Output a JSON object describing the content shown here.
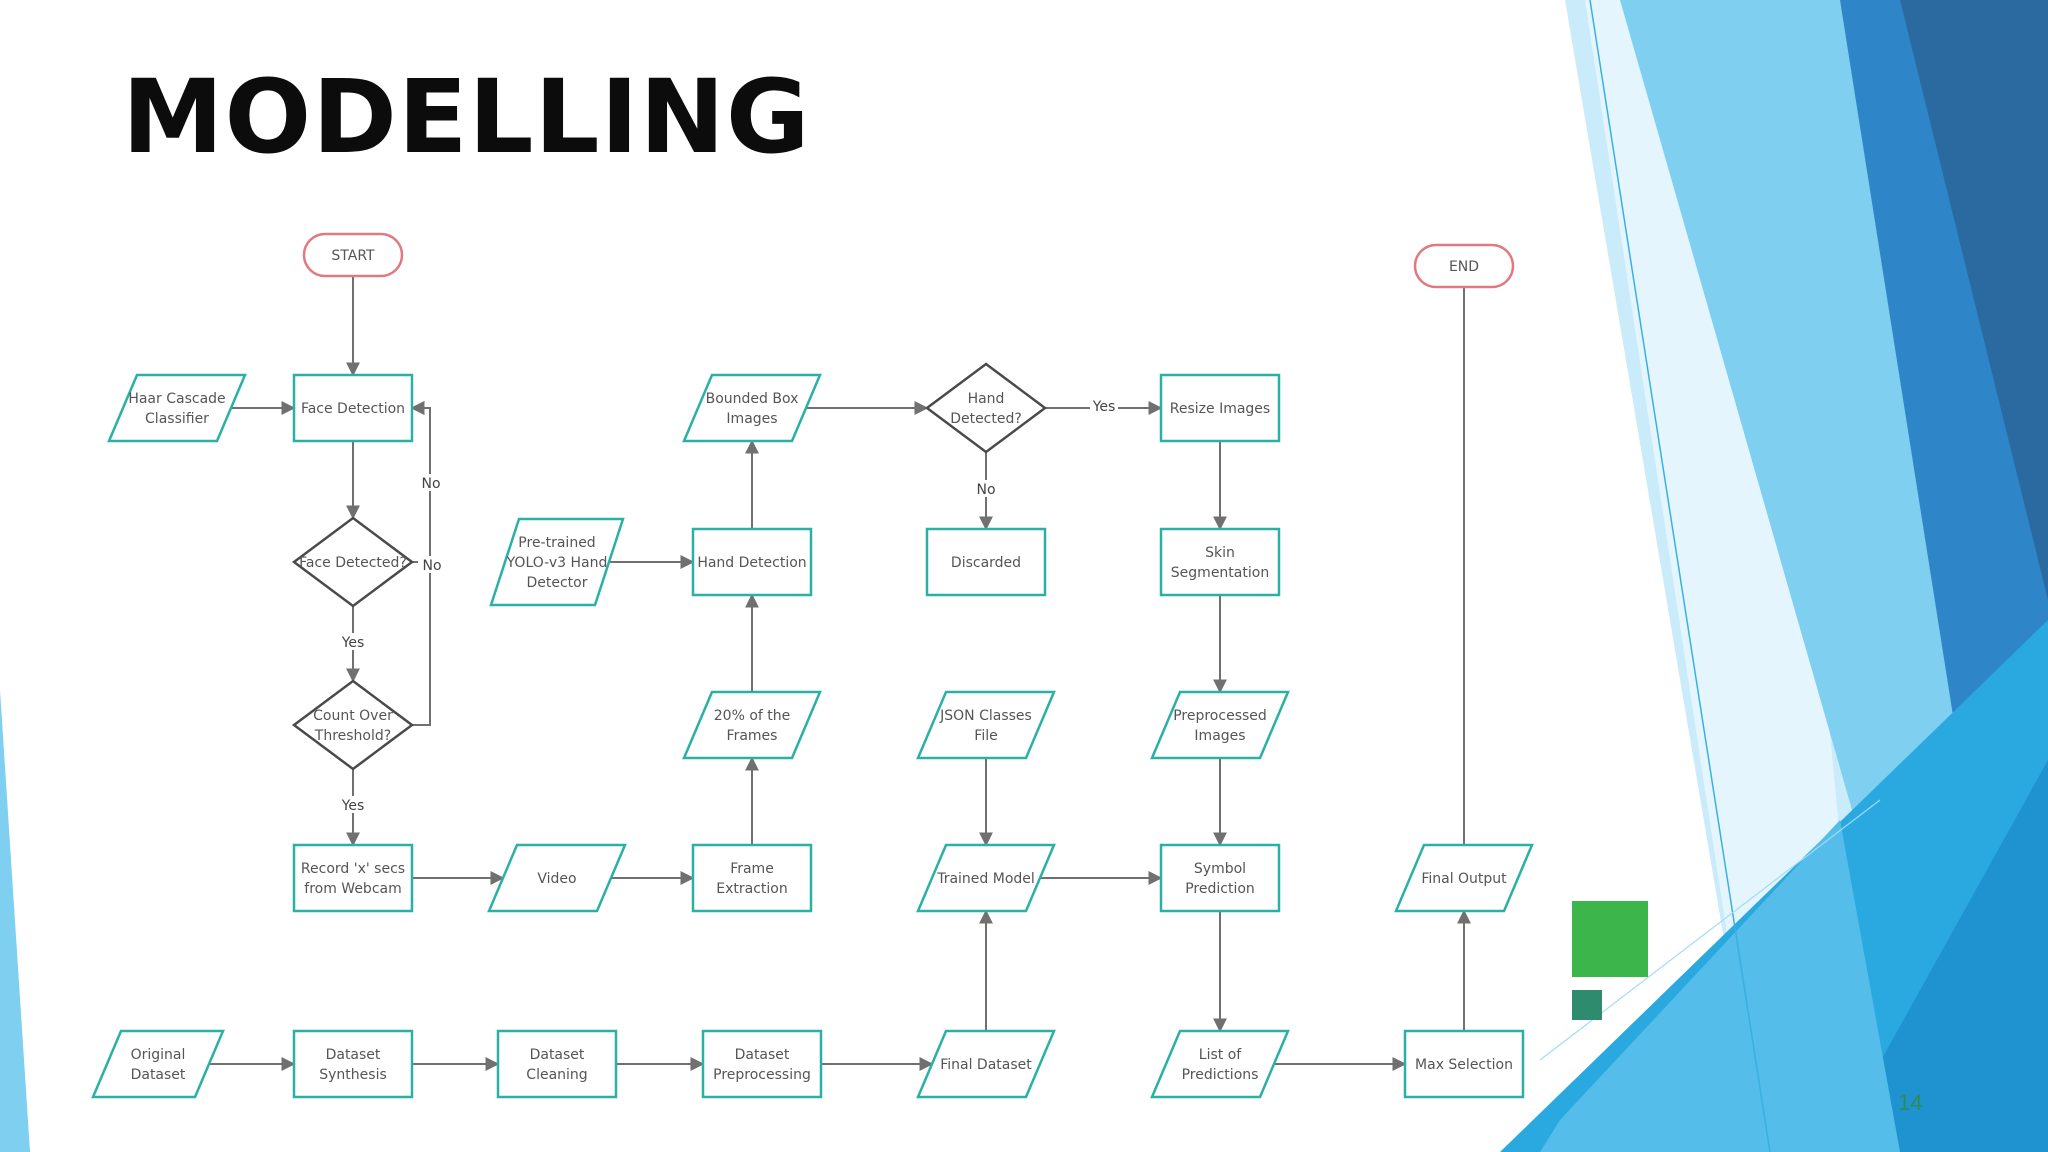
{
  "slide": {
    "title": "MODELLING",
    "page_number": "14"
  },
  "colors": {
    "node_stroke": "#2ab0a4",
    "terminal_stroke": "#e07a80",
    "arrow": "#707070",
    "blue_light": "#bfe6f8",
    "blue_mid": "#5bbfea",
    "blue_dark": "#2a6fa6",
    "green_square": "#3cb54a",
    "teal_square": "#2e8b6e"
  },
  "flowchart": {
    "nodes": [
      {
        "id": "start",
        "shape": "terminal",
        "lines": [
          "START"
        ]
      },
      {
        "id": "end",
        "shape": "terminal",
        "lines": [
          "END"
        ]
      },
      {
        "id": "haar",
        "shape": "data",
        "lines": [
          "Haar Cascade",
          "Classifier"
        ]
      },
      {
        "id": "face_det",
        "shape": "process",
        "lines": [
          "Face Detection"
        ]
      },
      {
        "id": "face_q",
        "shape": "decision",
        "lines": [
          "Face Detected?"
        ]
      },
      {
        "id": "count_q",
        "shape": "decision",
        "lines": [
          "Count Over",
          "Threshold?"
        ]
      },
      {
        "id": "record",
        "shape": "process",
        "lines": [
          "Record 'x' secs",
          "from Webcam"
        ]
      },
      {
        "id": "video",
        "shape": "data",
        "lines": [
          "Video"
        ]
      },
      {
        "id": "frame_ext",
        "shape": "process",
        "lines": [
          "Frame",
          "Extraction"
        ]
      },
      {
        "id": "frames20",
        "shape": "data",
        "lines": [
          "20% of the",
          "Frames"
        ]
      },
      {
        "id": "hand_det",
        "shape": "process",
        "lines": [
          "Hand Detection"
        ]
      },
      {
        "id": "yolo",
        "shape": "data",
        "lines": [
          "Pre-trained",
          "YOLO-v3 Hand",
          "Detector"
        ]
      },
      {
        "id": "bbox",
        "shape": "data",
        "lines": [
          "Bounded Box",
          "Images"
        ]
      },
      {
        "id": "hand_q",
        "shape": "decision",
        "lines": [
          "Hand",
          "Detected?"
        ]
      },
      {
        "id": "discarded",
        "shape": "process",
        "lines": [
          "Discarded"
        ]
      },
      {
        "id": "resize",
        "shape": "process",
        "lines": [
          "Resize Images"
        ]
      },
      {
        "id": "skin",
        "shape": "process",
        "lines": [
          "Skin",
          "Segmentation"
        ]
      },
      {
        "id": "preproc_img",
        "shape": "data",
        "lines": [
          "Preprocessed",
          "Images"
        ]
      },
      {
        "id": "symbol",
        "shape": "process",
        "lines": [
          "Symbol",
          "Prediction"
        ]
      },
      {
        "id": "json",
        "shape": "data",
        "lines": [
          "JSON Classes",
          "File"
        ]
      },
      {
        "id": "trained",
        "shape": "data",
        "lines": [
          "Trained Model"
        ]
      },
      {
        "id": "final_ds",
        "shape": "data",
        "lines": [
          "Final Dataset"
        ]
      },
      {
        "id": "orig",
        "shape": "data",
        "lines": [
          "Original",
          "Dataset"
        ]
      },
      {
        "id": "synth",
        "shape": "process",
        "lines": [
          "Dataset",
          "Synthesis"
        ]
      },
      {
        "id": "clean",
        "shape": "process",
        "lines": [
          "Dataset",
          "Cleaning"
        ]
      },
      {
        "id": "preproc_ds",
        "shape": "process",
        "lines": [
          "Dataset",
          "Preprocessing"
        ]
      },
      {
        "id": "list_pred",
        "shape": "data",
        "lines": [
          "List of",
          "Predictions"
        ]
      },
      {
        "id": "max_sel",
        "shape": "process",
        "lines": [
          "Max Selection"
        ]
      },
      {
        "id": "final_out",
        "shape": "data",
        "lines": [
          "Final Output"
        ]
      }
    ],
    "edges": [
      {
        "from": "start",
        "to": "face_det",
        "label": ""
      },
      {
        "from": "haar",
        "to": "face_det",
        "label": ""
      },
      {
        "from": "face_det",
        "to": "face_q",
        "label": ""
      },
      {
        "from": "face_q",
        "to": "face_det",
        "label": "No"
      },
      {
        "from": "face_q",
        "to": "count_q",
        "label": "Yes"
      },
      {
        "from": "count_q",
        "to": "face_det",
        "label": "No"
      },
      {
        "from": "count_q",
        "to": "record",
        "label": "Yes"
      },
      {
        "from": "record",
        "to": "video",
        "label": ""
      },
      {
        "from": "video",
        "to": "frame_ext",
        "label": ""
      },
      {
        "from": "frame_ext",
        "to": "frames20",
        "label": ""
      },
      {
        "from": "frames20",
        "to": "hand_det",
        "label": ""
      },
      {
        "from": "yolo",
        "to": "hand_det",
        "label": ""
      },
      {
        "from": "hand_det",
        "to": "bbox",
        "label": ""
      },
      {
        "from": "bbox",
        "to": "hand_q",
        "label": ""
      },
      {
        "from": "hand_q",
        "to": "resize",
        "label": "Yes"
      },
      {
        "from": "hand_q",
        "to": "discarded",
        "label": "No"
      },
      {
        "from": "resize",
        "to": "skin",
        "label": ""
      },
      {
        "from": "skin",
        "to": "preproc_img",
        "label": ""
      },
      {
        "from": "preproc_img",
        "to": "symbol",
        "label": ""
      },
      {
        "from": "json",
        "to": "trained",
        "label": ""
      },
      {
        "from": "trained",
        "to": "symbol",
        "label": ""
      },
      {
        "from": "orig",
        "to": "synth",
        "label": ""
      },
      {
        "from": "synth",
        "to": "clean",
        "label": ""
      },
      {
        "from": "clean",
        "to": "preproc_ds",
        "label": ""
      },
      {
        "from": "preproc_ds",
        "to": "final_ds",
        "label": ""
      },
      {
        "from": "final_ds",
        "to": "trained",
        "label": ""
      },
      {
        "from": "symbol",
        "to": "list_pred",
        "label": ""
      },
      {
        "from": "list_pred",
        "to": "max_sel",
        "label": ""
      },
      {
        "from": "max_sel",
        "to": "final_out",
        "label": ""
      },
      {
        "from": "final_out",
        "to": "end",
        "label": ""
      }
    ]
  }
}
